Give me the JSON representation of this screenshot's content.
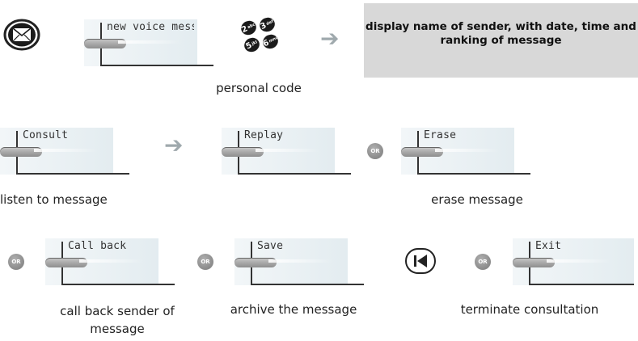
{
  "softkeys": {
    "new_voice": "new voice mess",
    "consult": "Consult",
    "replay": "Replay",
    "erase": "Erase",
    "call_back": "Call back",
    "save": "Save",
    "exit": "Exit"
  },
  "or_label": "OR",
  "keypad": {
    "keys": [
      {
        "digit": "2",
        "letters": "abc"
      },
      {
        "digit": "3",
        "letters": "def"
      },
      {
        "digit": "5",
        "letters": "jkl"
      },
      {
        "digit": "6",
        "letters": "mno"
      }
    ]
  },
  "display_box": "display name of sender, with date, time and ranking of message",
  "captions": {
    "personal_code": "personal code",
    "listen": "listen to message",
    "erase": "erase message",
    "call_back_line1": "call back sender of",
    "call_back_line2": "message",
    "archive": "archive the message",
    "terminate": "terminate consultation"
  },
  "icons": {
    "envelope": "envelope-icon",
    "arrow": "right-arrow-icon",
    "back": "skip-back-icon"
  },
  "colors": {
    "arrow": "#9fa9ad",
    "display_box": "#d8d8d8",
    "or_badge": "#8a8a8a",
    "softkey_panel": "#e3ecf0"
  }
}
